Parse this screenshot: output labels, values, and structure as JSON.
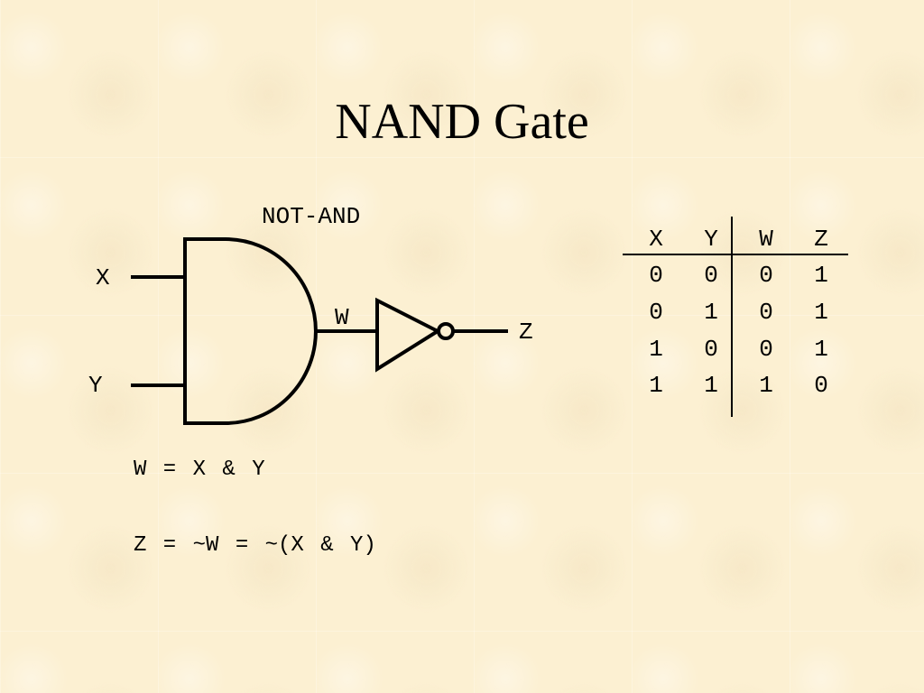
{
  "title": "NAND Gate",
  "gate_label": "NOT-AND",
  "inputs": {
    "x": "X",
    "y": "Y"
  },
  "intermediate": "W",
  "output": "Z",
  "equations": {
    "w": "W = X & Y",
    "z": "Z = ~W = ~(X & Y)"
  },
  "truth_table": {
    "headers": [
      "X",
      "Y",
      "W",
      "Z"
    ],
    "rows": [
      [
        "0",
        "0",
        "0",
        "1"
      ],
      [
        "0",
        "1",
        "0",
        "1"
      ],
      [
        "1",
        "0",
        "0",
        "1"
      ],
      [
        "1",
        "1",
        "1",
        "0"
      ]
    ]
  }
}
